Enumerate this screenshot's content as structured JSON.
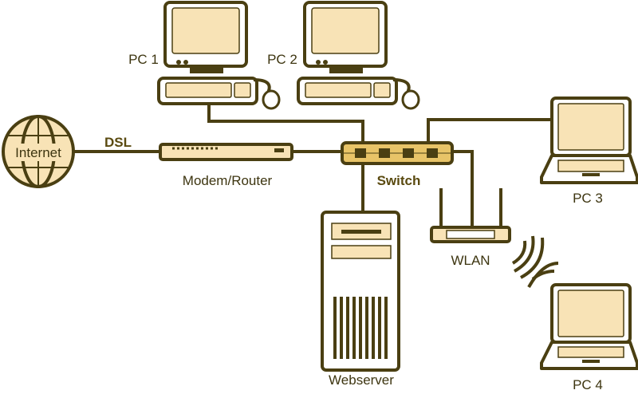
{
  "labels": {
    "internet": "Internet",
    "dsl": "DSL",
    "modem": "Modem/Router",
    "switch": "Switch",
    "pc1": "PC 1",
    "pc2": "PC 2",
    "pc3": "PC 3",
    "pc4": "PC 4",
    "webserver": "Webserver",
    "wlan": "WLAN"
  },
  "colors": {
    "outline": "#4a3f12",
    "fill": "#f8e3b6",
    "switch": "#e8c468"
  }
}
